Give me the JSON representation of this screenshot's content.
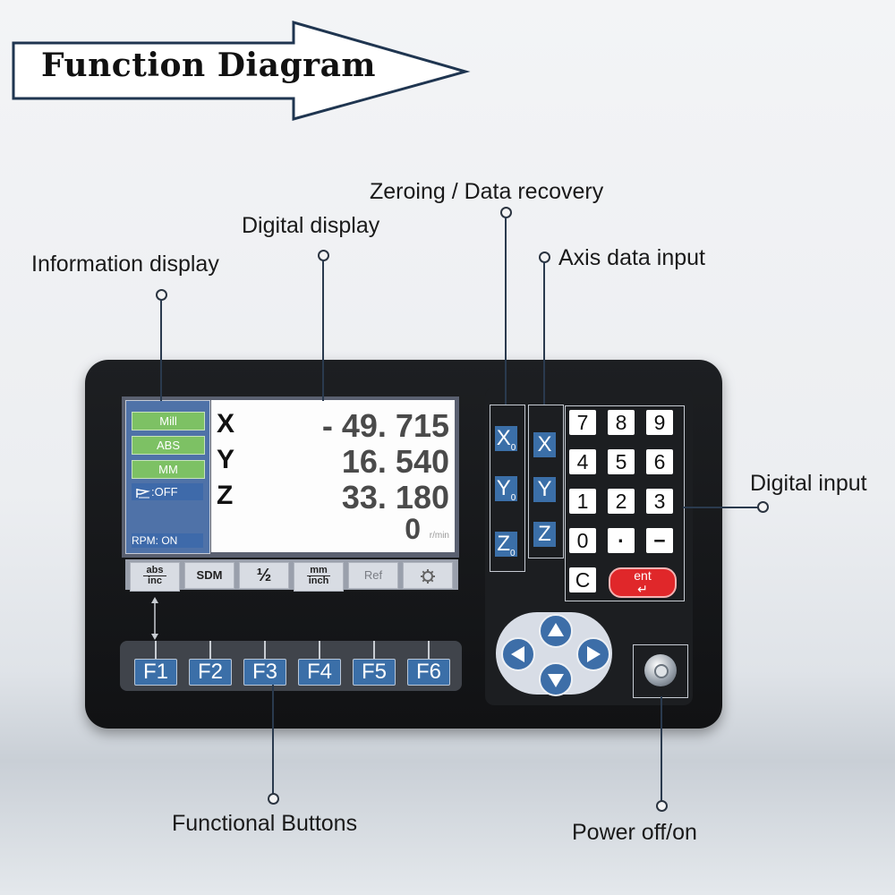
{
  "title": "Function Diagram",
  "callouts": {
    "information_display": "Information display",
    "digital_display": "Digital display",
    "zeroing": "Zeroing / Data recovery",
    "axis_data_input": "Axis data input",
    "digital_input": "Digital input",
    "functional_buttons": "Functional Buttons",
    "power": "Power off/on"
  },
  "info_panel": {
    "mode": "Mill",
    "coord": "ABS",
    "unit": "MM",
    "status": ":OFF",
    "rpm": "RPM: ON"
  },
  "lcd": {
    "axes": [
      {
        "letter": "X",
        "value": "- 49. 715"
      },
      {
        "letter": "Y",
        "value": "16. 540"
      },
      {
        "letter": "Z",
        "value": "33. 180"
      }
    ],
    "rpm_value": "0",
    "rpm_unit": "r/min"
  },
  "softkeys": {
    "abs_top": "abs",
    "abs_bottom": "inc",
    "sdm": "SDM",
    "half": "½",
    "mm_top": "mm",
    "mm_bottom": "inch",
    "ref": "Ref"
  },
  "function_keys": [
    "F1",
    "F2",
    "F3",
    "F4",
    "F5",
    "F6"
  ],
  "zero_keys": [
    "X",
    "Y",
    "Z"
  ],
  "zero_sub": "0",
  "axis_keys": [
    "X",
    "Y",
    "Z"
  ],
  "numpad": [
    "7",
    "8",
    "9",
    "4",
    "5",
    "6",
    "1",
    "2",
    "3",
    "0",
    "·",
    "−",
    "C"
  ],
  "ent_label": "ent",
  "ent_arrow": "↵",
  "colors": {
    "accent_blue": "#3b6fa8",
    "chip_green": "#7dc164",
    "ent_red": "#e0272a",
    "device_body": "#151618"
  }
}
